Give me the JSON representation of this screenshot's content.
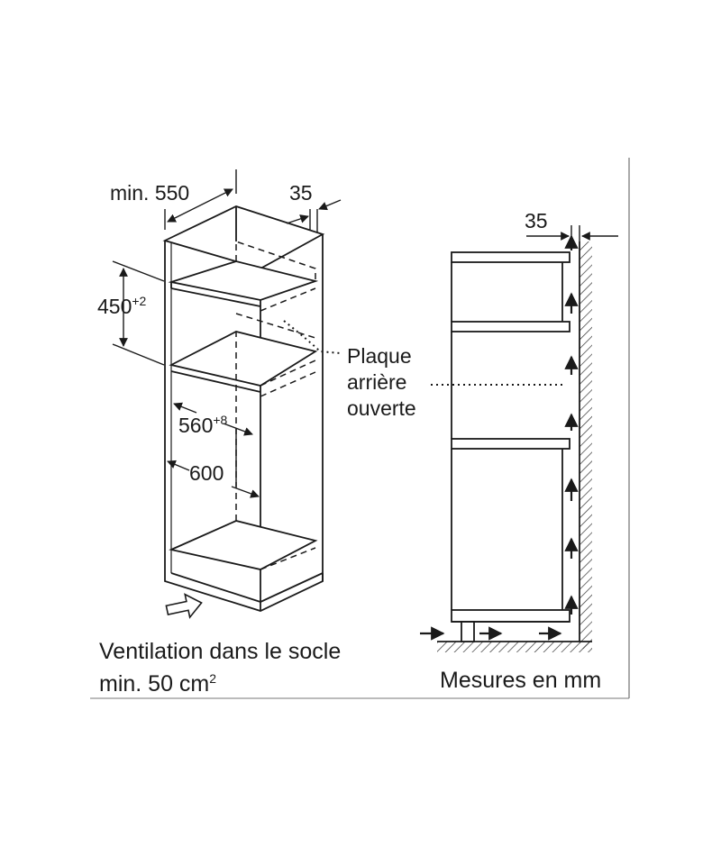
{
  "dimensions": {
    "depth_min": "min. 550",
    "back_gap": "35",
    "height": "450",
    "height_tolerance": "+2",
    "width_inner": "560",
    "width_inner_tolerance": "+8",
    "width_outer": "600",
    "side_gap": "35"
  },
  "callout": {
    "line1": "Plaque",
    "line2": "arrière",
    "line3": "ouverte"
  },
  "footer": {
    "ventilation_line1": "Ventilation dans le socle",
    "ventilation_line2": "min. 50 cm",
    "ventilation_exponent": "2",
    "units": "Mesures en mm"
  }
}
